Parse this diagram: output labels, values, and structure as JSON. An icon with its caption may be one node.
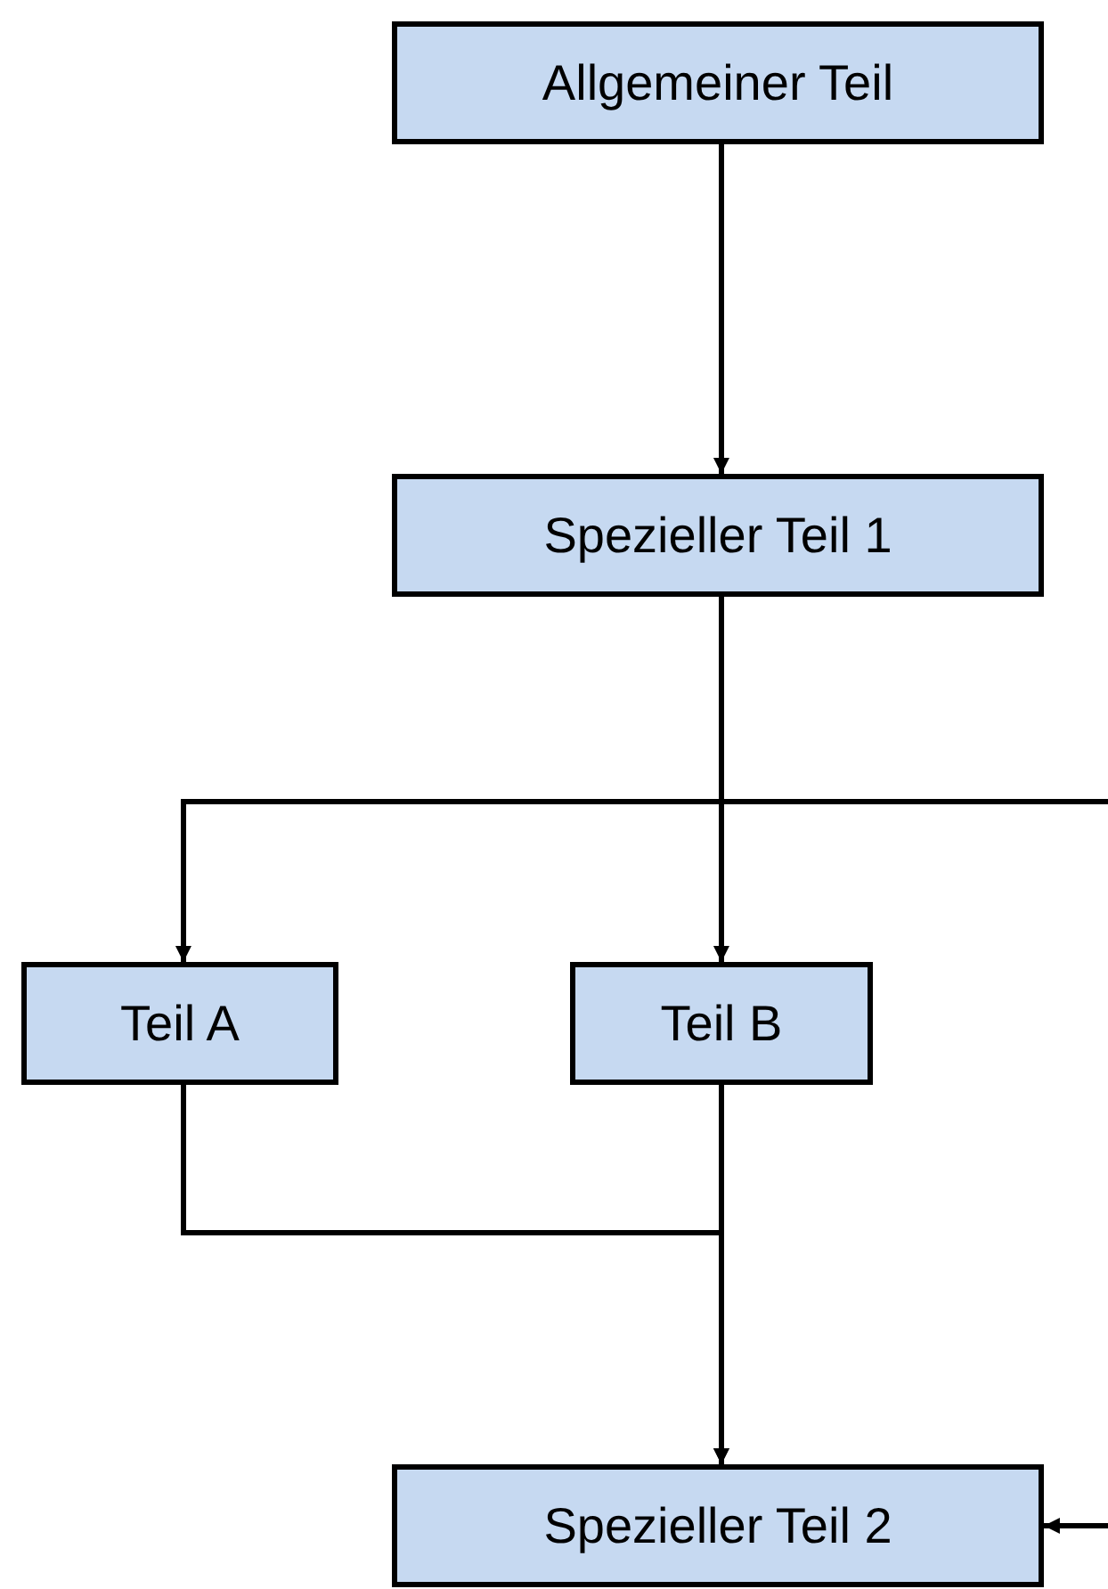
{
  "diagram": {
    "nodes": [
      {
        "text": [
          "Allgemeiner Teil"
        ]
      },
      {
        "text": [
          "Spezieller Teil 1"
        ]
      },
      {
        "text": [
          "Teil A"
        ]
      },
      {
        "text": [
          "Teil B"
        ]
      },
      {
        "text": [
          "Spezieller Teil 2"
        ]
      }
    ],
    "edges": [
      {
        "from": 0,
        "to": 1,
        "arrow": "to"
      },
      {
        "from": 1,
        "to": 3,
        "arrow": "to"
      },
      {
        "from": null,
        "to": 2,
        "arrow": "to"
      },
      {
        "from": 2,
        "to": 4,
        "arrow": "to"
      },
      {
        "from": 3,
        "to": 4,
        "arrow": "to"
      },
      {
        "from": null,
        "to": 4,
        "arrow": "to"
      }
    ]
  }
}
